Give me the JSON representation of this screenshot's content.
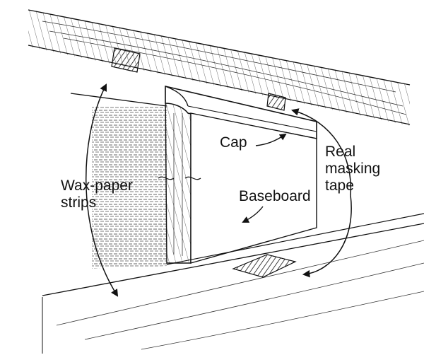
{
  "labels": {
    "cap": "Cap",
    "baseboard": "Baseboard",
    "wax_line1": "Wax-paper",
    "wax_line2": "strips",
    "tape_line1": "Real",
    "tape_line2": "masking",
    "tape_line3": "tape"
  },
  "colors": {
    "ink": "#111111",
    "paper": "#ffffff"
  }
}
